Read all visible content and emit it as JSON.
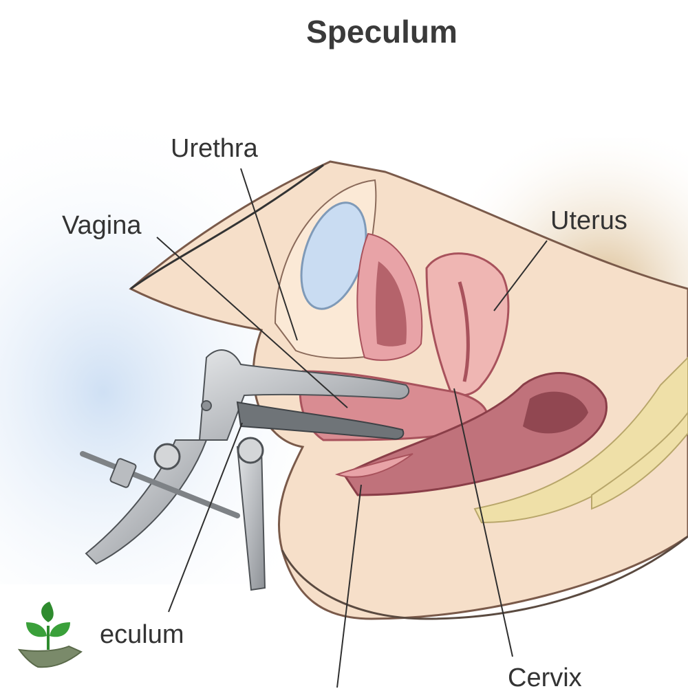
{
  "diagram": {
    "title": "Speculum",
    "labels": {
      "urethra": "Urethra",
      "vagina": "Vagina",
      "uterus": "Uterus",
      "speculum": "eculum",
      "cervix": "Cervix"
    }
  },
  "colors": {
    "skin": "#f6dfc9",
    "tissue": "#e8a3a7",
    "tissue_dark": "#a8525c",
    "bladder": "#c9dcf2",
    "bone": "#efe0a8",
    "steel": "#b9bcc0",
    "steel_dark": "#6f7478",
    "logo_green": "#2e8b2e"
  },
  "logo_icon": "plant-in-hand-icon"
}
